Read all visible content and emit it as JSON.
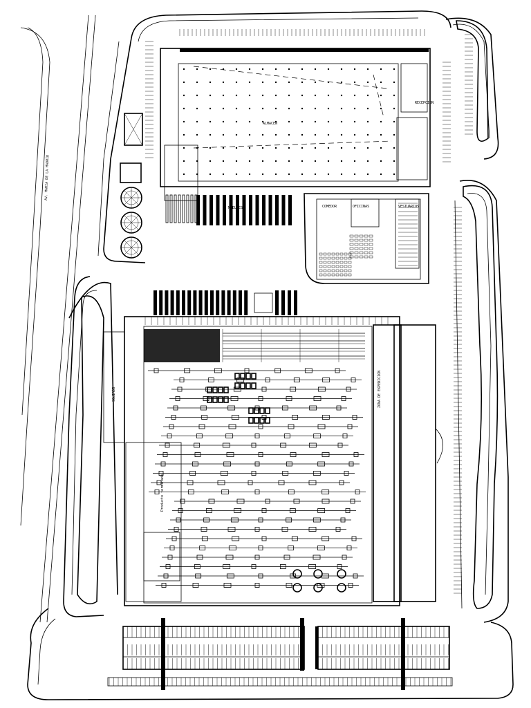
{
  "plan": {
    "road_label": "AV. MARIA DE LA MADRID",
    "room_labels": [
      "EQUIPOS",
      "ZONA DE EXPEDICION",
      "OFICINAS",
      "VESTUARIOS",
      "ALMACEN",
      "COMEDOR",
      "Producto terminado",
      "MUELLES",
      "RECEPCION"
    ]
  }
}
